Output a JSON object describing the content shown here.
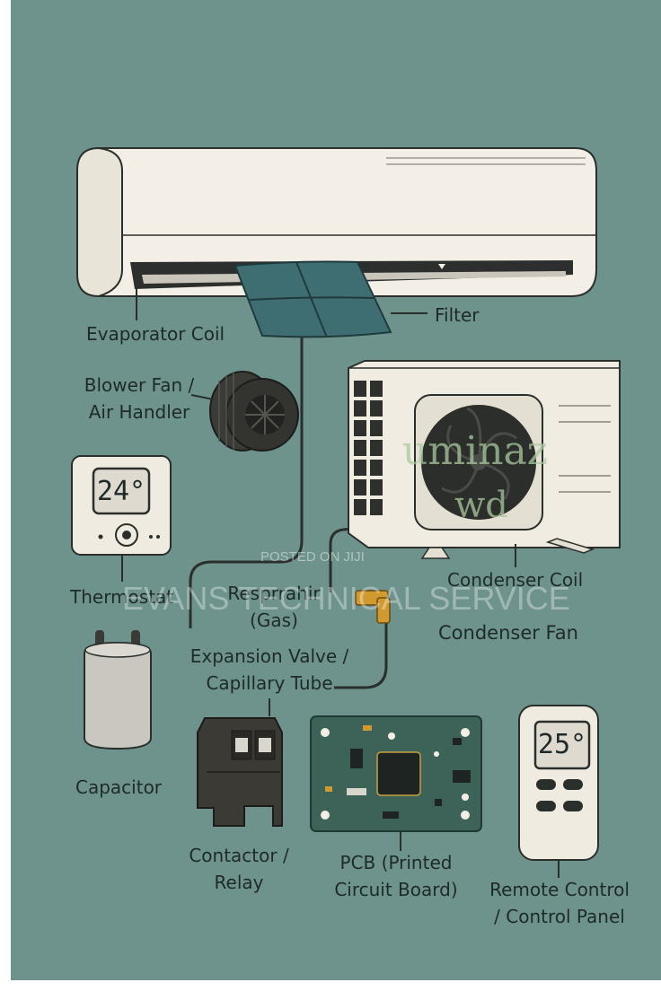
{
  "colors": {
    "background": "#6d938c",
    "unit_body": "#f3efe6",
    "outline": "#2a2f2c",
    "filter": "#3f6e72",
    "dark_part": "#3a3a36",
    "pcb": "#3d6358",
    "brass": "#d19a2e",
    "watermark": "#a9c9a0"
  },
  "labels": {
    "evaporator_coil": "Evaporator Coil",
    "filter": "Filter",
    "blower_line1": "Blower Fan /",
    "blower_line2": "Air Handler",
    "thermostat": "Thermostat",
    "refrigerant_line1": "Resprrahir",
    "refrigerant_line2": "(Gas)",
    "expansion_line1": "Expansion Valve /",
    "expansion_line2": "Capillary Tube",
    "condenser_coil": "Condenser Coil",
    "condenser_fan": "Condenser Fan",
    "capacitor": "Capacitor",
    "contactor_line1": "Contactor /",
    "contactor_line2": "Relay",
    "pcb_line1": "PCB (Printed",
    "pcb_line2": "Circuit Board)",
    "remote_line1": "Remote Control",
    "remote_line2": "/ Control Panel"
  },
  "displays": {
    "thermostat": "24°",
    "remote": "25°"
  },
  "watermarks": {
    "logo_line1": "uminaz",
    "logo_line2": "wd",
    "posted": "POSTED ON JIJI",
    "service": "EVANS TECHNICAL SERVICE"
  }
}
